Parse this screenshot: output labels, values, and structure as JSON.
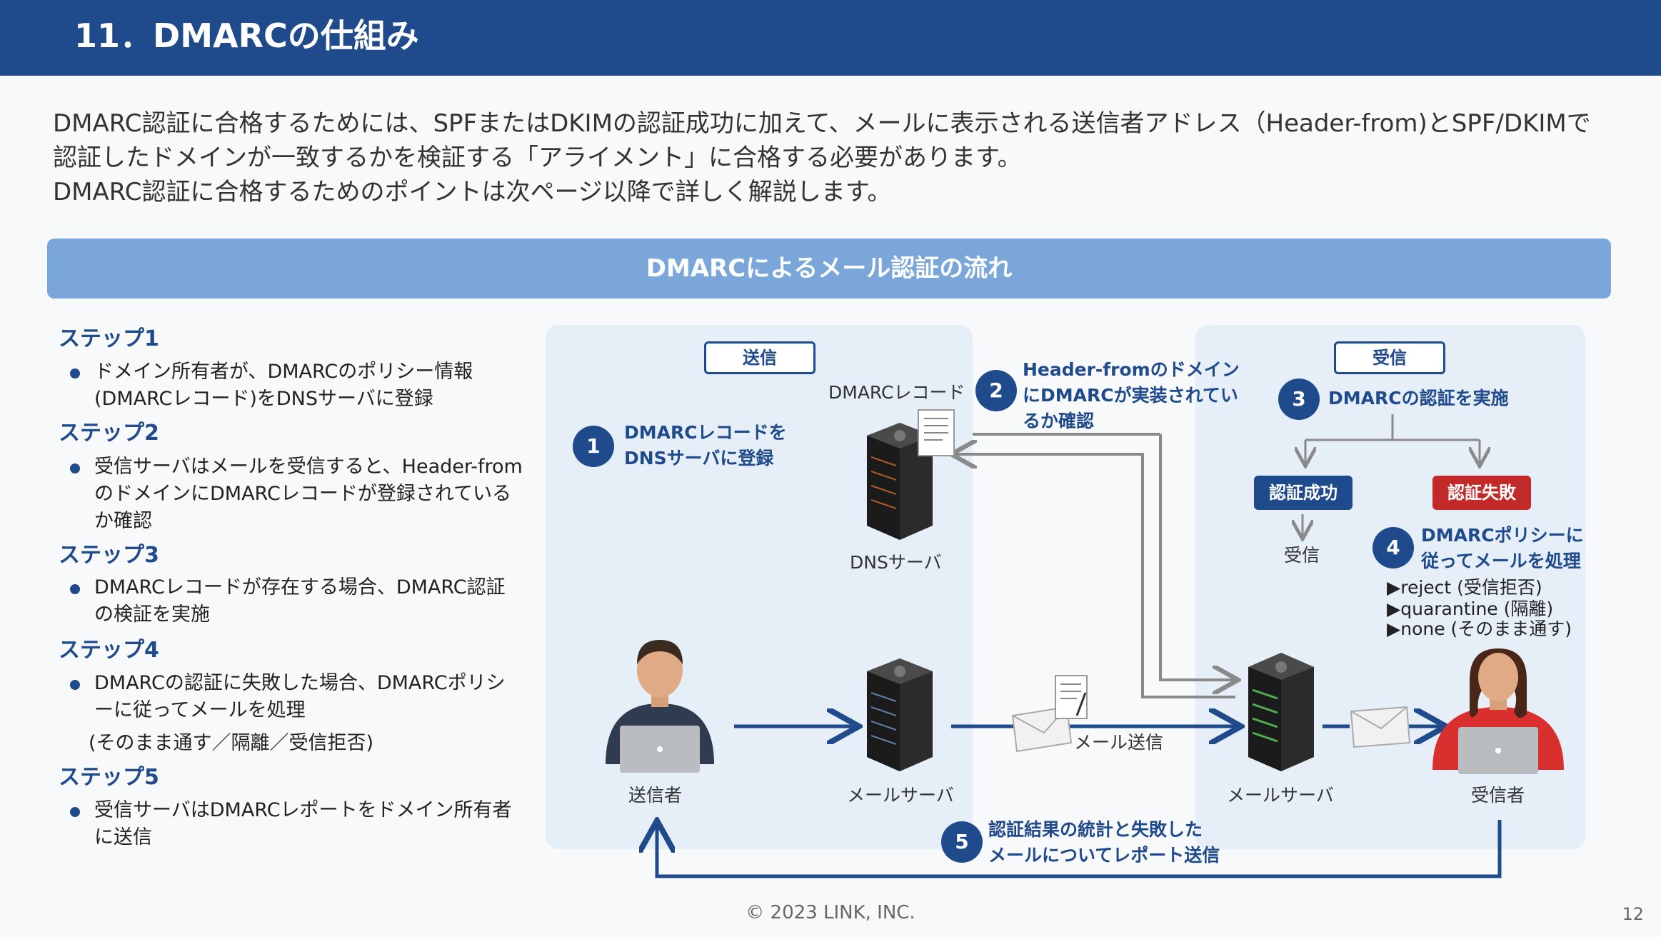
{
  "header": {
    "title": "11．DMARCの仕組み"
  },
  "intro": {
    "lines": [
      "DMARC認証に合格するためには、SPFまたはDKIMの認証成功に加えて、メールに表示される送信者アドレス（Header-from)とSPF/DKIMで",
      "認証したドメインが一致するかを検証する「アライメント」に合格する必要があります。",
      "DMARC認証に合格するためのポイントは次ページ以降で詳しく解説します。"
    ]
  },
  "banner": {
    "title": "DMARCによるメール認証の流れ"
  },
  "steps": [
    {
      "heading": "ステップ1",
      "text": "ドメイン所有者が、DMARCのポリシー情報(DMARCレコード)をDNSサーバに登録"
    },
    {
      "heading": "ステップ2",
      "text": "受信サーバはメールを受信すると、Header-fromのドメインにDMARCレコードが登録されているか確認"
    },
    {
      "heading": "ステップ3",
      "text": "DMARCレコードが存在する場合、DMARC認証の検証を実施"
    },
    {
      "heading": "ステップ4",
      "text": "DMARCの認証に失敗した場合、DMARCポリシーに従ってメールを処理",
      "note": "(そのまま通す／隔離／受信拒否)"
    },
    {
      "heading": "ステップ5",
      "text": "受信サーバはDMARCレポートをドメイン所有者に送信"
    }
  ],
  "diagram": {
    "send_label": "送信",
    "recv_label": "受信",
    "dmarc_record_label": "DMARCレコード",
    "dns_server_label": "DNSサーバ",
    "sender_label": "送信者",
    "mail_server_send_label": "メールサーバ",
    "mail_server_recv_label": "メールサーバ",
    "recipient_label": "受信者",
    "mail_send_label": "メール送信",
    "callouts": [
      {
        "num": "1",
        "line1": "DMARCレコードを",
        "line2": "DNSサーバに登録"
      },
      {
        "num": "2",
        "line1": "Header-fromのドメイン",
        "line2": "にDMARCが実装されてい",
        "line3": "るか確認"
      },
      {
        "num": "3",
        "line1": "DMARCの認証を実施"
      },
      {
        "num": "4",
        "line1": "DMARCポリシーに",
        "line2": "従ってメールを処理"
      },
      {
        "num": "5",
        "line1": "認証結果の統計と失敗した",
        "line2": "メールについてレポート送信"
      }
    ],
    "auth_success": "認証成功",
    "auth_fail": "認証失敗",
    "receive": "受信",
    "policies": [
      "▶reject (受信拒否)",
      "▶quarantine (隔離)",
      "▶none (そのまま通す)"
    ],
    "colors": {
      "primary": "#1f4a8c",
      "fail": "#c22a2a",
      "panel": "#e6eef8",
      "banner": "#7aa6da"
    }
  },
  "footer": {
    "copyright": "© 2023 LINK, INC.",
    "page": "12"
  }
}
